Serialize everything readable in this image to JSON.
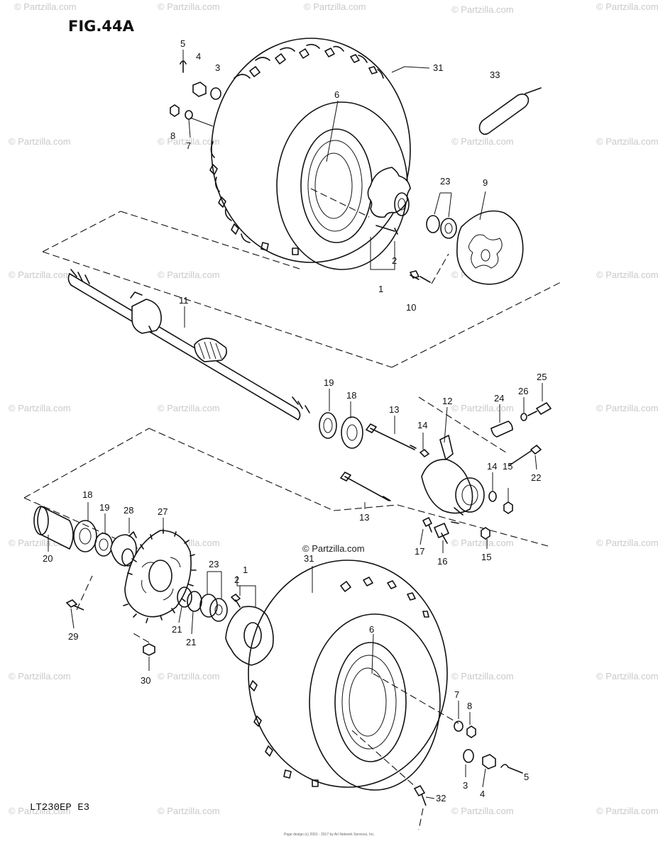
{
  "title": "FIG.44A",
  "model_code": "LT230EP  E3",
  "copyright_label": "© Partzilla.com",
  "watermark_text": "© Partzilla.com",
  "footer_text": "Page design (c) 2001 - 2017 by Ari Network Services, Inc.",
  "colors": {
    "ink": "#111111",
    "watermark": "#c9c9c9",
    "background": "#ffffff"
  },
  "callouts": {
    "c1a": "1",
    "c1b": "1",
    "c2a": "2",
    "c2b": "2",
    "c3a": "3",
    "c3b": "3",
    "c4a": "4",
    "c4b": "4",
    "c5a": "5",
    "c5b": "5",
    "c6a": "6",
    "c6b": "6",
    "c7a": "7",
    "c7b": "7",
    "c8a": "8",
    "c8b": "8",
    "c9": "9",
    "c10": "10",
    "c11": "11",
    "c12": "12",
    "c13a": "13",
    "c13b": "13",
    "c14a": "14",
    "c14b": "14",
    "c15a": "15",
    "c15b": "15",
    "c16": "16",
    "c17": "17",
    "c18a": "18",
    "c18b": "18",
    "c19a": "19",
    "c19b": "19",
    "c20": "20",
    "c21a": "21",
    "c21b": "21",
    "c22": "22",
    "c23a": "23",
    "c23b": "23",
    "c24": "24",
    "c25": "25",
    "c26": "26",
    "c27": "27",
    "c28": "28",
    "c29": "29",
    "c30": "30",
    "c31a": "31",
    "c31b": "31",
    "c32": "32",
    "c33": "33"
  }
}
